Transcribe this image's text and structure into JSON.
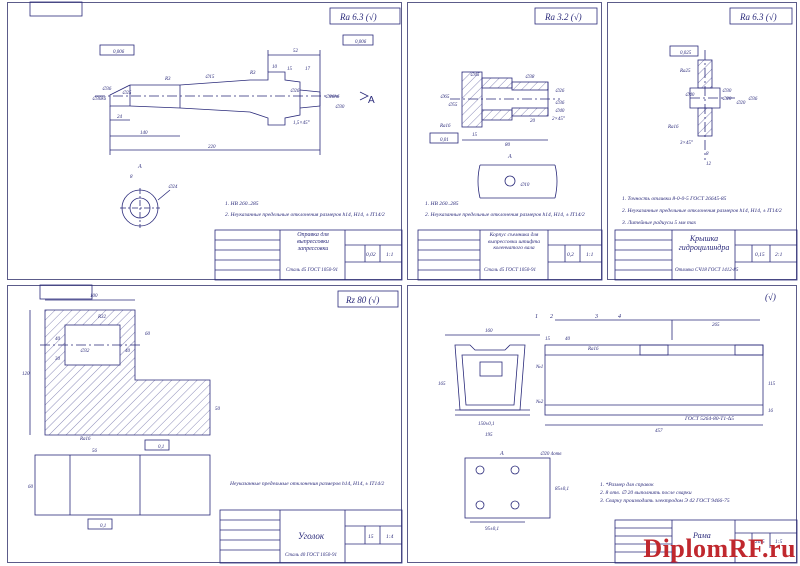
{
  "sheets": {
    "shaft": {
      "roughness": "Ra 6.3 (√)",
      "dims": [
        "∅30k6",
        "∅36",
        "∅25",
        "∅26h6",
        "∅30",
        "∅26",
        "220",
        "140",
        "24",
        "52",
        "10",
        "15",
        "17",
        "1,5×45°",
        "R3",
        "R3",
        "∅15",
        "0,006",
        "0,006",
        "A"
      ],
      "section": {
        "label": "А",
        "d1": "8",
        "d2": "∅24"
      },
      "notes": [
        "1. HB 260..285",
        "2. Неуказанные предельные отклонения размеров h14, H14, ± IT14/2"
      ],
      "title": "Оправка для выпрессовки запрессовки",
      "material": "Сталь 45 ГОСТ 1050-91",
      "mass": "0,02",
      "scale": "1:1"
    },
    "bushing": {
      "roughness": "Ra 3.2 (√)",
      "dims": [
        "∅65",
        "∅55",
        "∅45",
        "∅38",
        "∅26",
        "∅36",
        "∅40",
        "15",
        "80",
        "20",
        "2×45°",
        "Ra16",
        "0,01",
        "А",
        "∅10"
      ],
      "notes": [
        "1. HB 260..285",
        "2. Неуказанные предельные отклонения размеров h14, H14, ± IT14/2"
      ],
      "title": "Корпус съемника для выпрессовки штифта коленчатого вала",
      "material": "Сталь 45 ГОСТ 1050-91",
      "mass": "0,2",
      "scale": "1:1"
    },
    "cover": {
      "roughness": "Ra 6.3 (√)",
      "dims": [
        "0,025",
        "Ra25",
        "∅40",
        "∅30",
        "∅20",
        "∅20",
        "∅36",
        "8",
        "12",
        "3×45°",
        "Ra16"
      ],
      "notes": [
        "1. Точность отливки 8-0-0-5 ГОСТ 26645-85",
        "2. Неуказанные предельные отклонения размеров h14, H14, ± IT14/2",
        "3. Литейные радиусы 5 мм max"
      ],
      "title": "Крышка гидроцилиндра",
      "material": "Отливка СЧ18 ГОСТ 1412-85",
      "mass": "0,15",
      "scale": "2:1"
    },
    "angle": {
      "roughness": "Rz 80 (√)",
      "dims": [
        "100",
        "R32",
        "∅32",
        "40",
        "30",
        "120",
        "40",
        "60",
        "50",
        "Ra16",
        "0,1",
        "56",
        "60",
        "0,1"
      ],
      "notes": [
        "Неуказанные предельные отклонения размеров h14, H14, ± IT14/2"
      ],
      "title": "Уголок",
      "material": "Сталь 40 ГОСТ 1050-91",
      "mass": "15",
      "scale": "1:4"
    },
    "frame": {
      "roughness": "(√)",
      "positions": [
        "1",
        "2",
        "3",
        "4"
      ],
      "dims": [
        "160",
        "15",
        "40",
        "Ra16",
        "265",
        "150±0,1",
        "195",
        "165",
        "115",
        "457",
        "16",
        "№1",
        "№2",
        "А",
        "∅20 4отв",
        "85±0,1",
        "95±0,1"
      ],
      "gost": "ГОСТ 5264-80-Т1-∆5",
      "notes": [
        "1. *Размер для справок",
        "2. 8 отв. ∅ 20 выполнить после сварки",
        "3. Сварку производить электродом Э 42 ГОСТ 9466-75"
      ],
      "title": "Рама",
      "mass": "26,5",
      "scale": "1:5"
    }
  },
  "watermark": "DiplomRF.ru",
  "colors": {
    "line": "#2a2a7a",
    "border": "#5c5c8a",
    "hatch": "#5a5a9a",
    "watermark": "#c0282e"
  }
}
